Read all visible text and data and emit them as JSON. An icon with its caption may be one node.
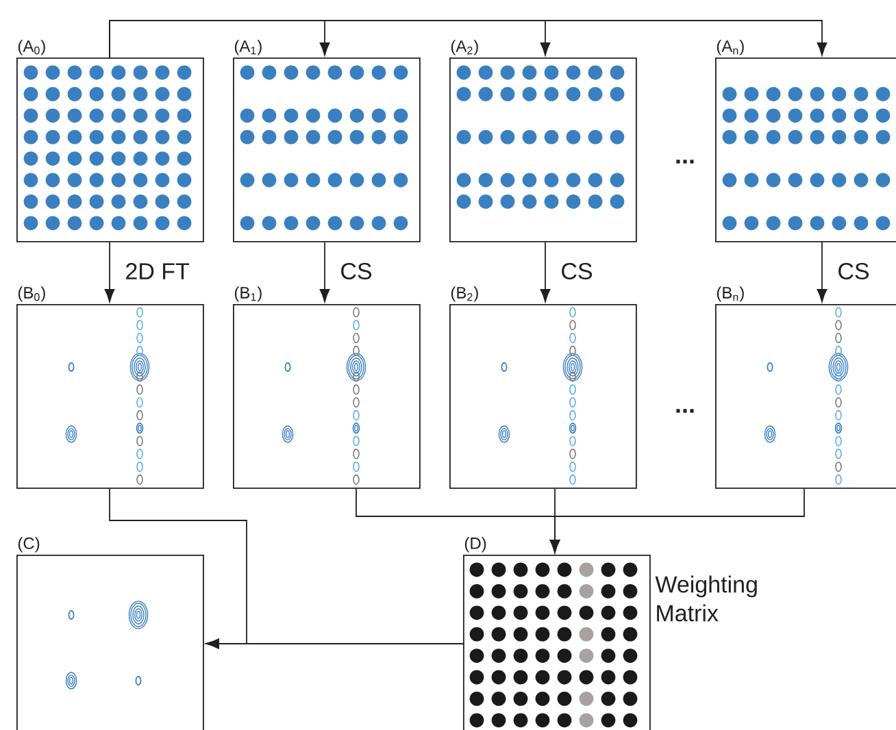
{
  "diagram": {
    "nodes": [
      {
        "text": [
          "(A$_{0}$)"
        ]
      },
      {
        "text": [
          "(A$_{1}$)"
        ]
      },
      {
        "text": [
          "(A$_{2}$)"
        ]
      },
      {
        "text": [
          "(A$_{n}$)"
        ]
      },
      {
        "text": [
          "(B$_{0}$)"
        ]
      },
      {
        "text": [
          "(B$_{1}$)"
        ]
      },
      {
        "text": [
          "(B$_{2}$)"
        ]
      },
      {
        "text": [
          "(B$_{n}$)"
        ]
      },
      {
        "text": [
          "(C)"
        ]
      },
      {
        "text": [
          "(D)"
        ],
        "beside": [
          "Weighting Matrix"
        ]
      }
    ],
    "edges": [
      {
        "from": 0,
        "to": 1,
        "arrow": "to"
      },
      {
        "from": 0,
        "to": 2,
        "arrow": "to"
      },
      {
        "from": 0,
        "to": 3,
        "arrow": "to"
      },
      {
        "from": 0,
        "to": 4,
        "arrow": "to",
        "label": "2D FT"
      },
      {
        "from": 1,
        "to": 5,
        "arrow": "to",
        "label": "CS"
      },
      {
        "from": 2,
        "to": 6,
        "arrow": "to",
        "label": "CS"
      },
      {
        "from": 3,
        "to": 7,
        "arrow": "to",
        "label": "CS"
      },
      {
        "from": 5,
        "to": 9,
        "arrow": "to"
      },
      {
        "from": 6,
        "to": 9,
        "arrow": "to"
      },
      {
        "from": 7,
        "to": 9,
        "arrow": "to"
      },
      {
        "from": 4,
        "to": 8,
        "arrow": "to"
      },
      {
        "from": 9,
        "to": 8,
        "arrow": "to"
      }
    ],
    "labels": [
      "...",
      "..."
    ]
  }
}
